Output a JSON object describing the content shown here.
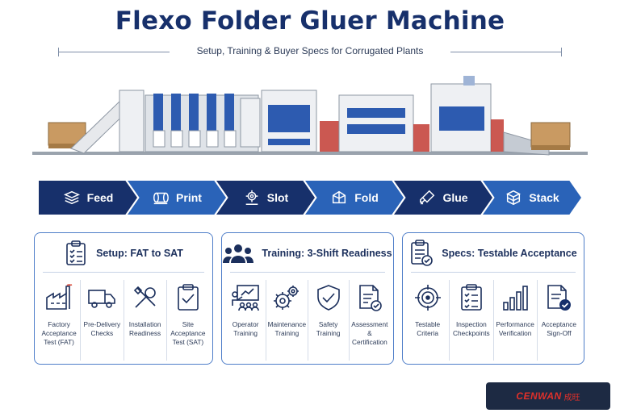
{
  "title": "Flexo Folder Gluer Machine",
  "subtitle": "Setup, Training & Buyer Specs for Corrugated Plants",
  "process_steps": [
    {
      "label": "Feed",
      "icon": "stack-sheets-icon",
      "color": "#17306b"
    },
    {
      "label": "Print",
      "icon": "print-roller-icon",
      "color": "#2a63b8"
    },
    {
      "label": "Slot",
      "icon": "slotting-gear-icon",
      "color": "#17306b"
    },
    {
      "label": "Fold",
      "icon": "fold-box-icon",
      "color": "#2a63b8"
    },
    {
      "label": "Glue",
      "icon": "glue-dropper-icon",
      "color": "#17306b"
    },
    {
      "label": "Stack",
      "icon": "stack-boxes-icon",
      "color": "#2a63b8"
    }
  ],
  "panels": [
    {
      "title": "Setup: FAT to SAT",
      "icon": "checklist-icon",
      "items": [
        {
          "label": "Factory\nAcceptance\nTest (FAT)",
          "icon": "factory-icon"
        },
        {
          "label": "Pre-Delivery\nChecks",
          "icon": "truck-icon"
        },
        {
          "label": "Installation\nReadiness",
          "icon": "tools-icon"
        },
        {
          "label": "Site Acceptance\nTest (SAT)",
          "icon": "clipboard-check-icon"
        }
      ]
    },
    {
      "title": "Training: 3-Shift Readiness",
      "icon": "team-icon",
      "items": [
        {
          "label": "Operator\nTraining",
          "icon": "presentation-icon"
        },
        {
          "label": "Maintenance\nTraining",
          "icon": "gears-icon"
        },
        {
          "label": "Safety\nTraining",
          "icon": "shield-check-icon"
        },
        {
          "label": "Assessment &\nCertification",
          "icon": "document-check-icon"
        }
      ]
    },
    {
      "title": "Specs: Testable Acceptance",
      "icon": "spec-clipboard-icon",
      "items": [
        {
          "label": "Testable\nCriteria",
          "icon": "target-icon"
        },
        {
          "label": "Inspection\nCheckpoints",
          "icon": "checklist-icon"
        },
        {
          "label": "Performance\nVerification",
          "icon": "bar-chart-icon"
        },
        {
          "label": "Acceptance\nSign-Off",
          "icon": "signoff-document-icon"
        }
      ]
    }
  ],
  "brand": {
    "name": "CENWAN",
    "cn": "成旺",
    "color": "#e0302a"
  }
}
